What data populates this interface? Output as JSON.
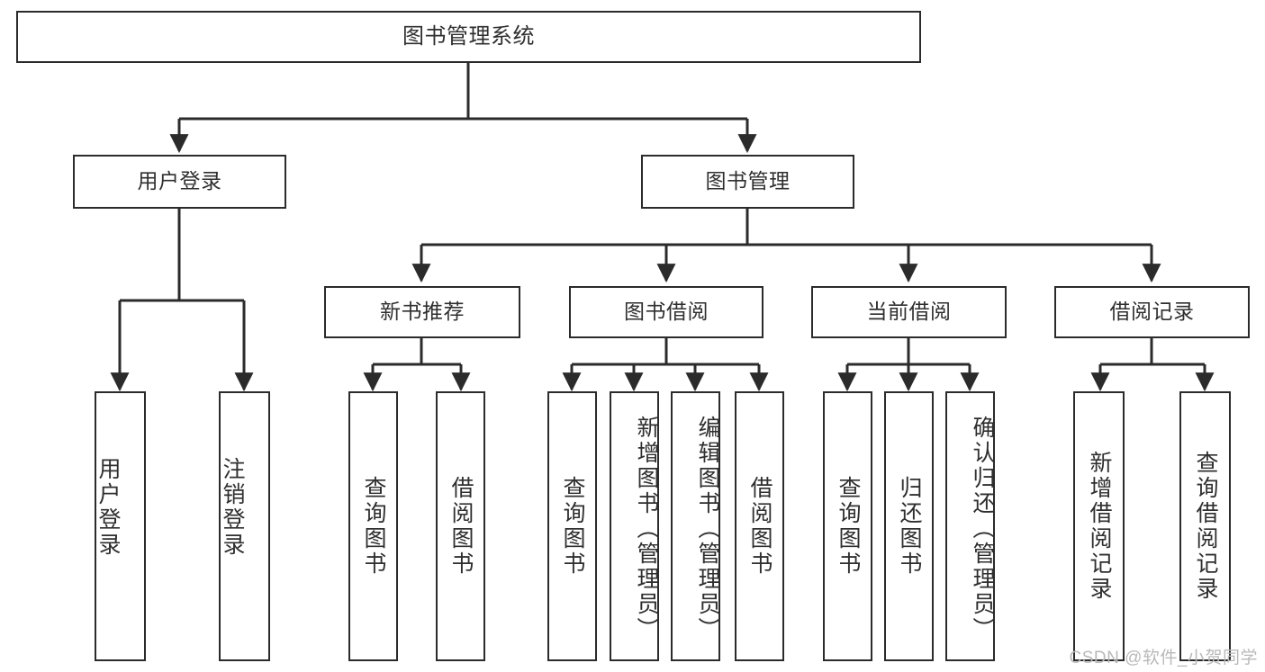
{
  "diagram": {
    "title": "图书管理系统",
    "type": "tree",
    "watermark": "CSDN @软件_小贺同学",
    "colors": {
      "box_border": "#2b2b2b",
      "box_fill": "#ffffff",
      "text": "#2f2f2f",
      "edge": "#2b2b2b",
      "watermark": "#b9b9b9",
      "background": "#ffffff"
    },
    "levels": {
      "level1": [
        {
          "id": "root",
          "label": "图书管理系统"
        }
      ],
      "level2": [
        {
          "id": "user-login",
          "label": "用户登录",
          "parent": "root"
        },
        {
          "id": "book-manage",
          "label": "图书管理",
          "parent": "root"
        }
      ],
      "level3": [
        {
          "id": "new-book-rec",
          "label": "新书推荐",
          "parent": "book-manage"
        },
        {
          "id": "book-borrow",
          "label": "图书借阅",
          "parent": "book-manage"
        },
        {
          "id": "current-borrow",
          "label": "当前借阅",
          "parent": "book-manage"
        },
        {
          "id": "borrow-record",
          "label": "借阅记录",
          "parent": "book-manage"
        }
      ],
      "leaves": [
        {
          "id": "leaf-user-login",
          "label": "用户登录",
          "parent": "user-login"
        },
        {
          "id": "leaf-logout",
          "label": "注销登录",
          "parent": "user-login"
        },
        {
          "id": "leaf-query-book-1",
          "label": "查询图书",
          "parent": "new-book-rec"
        },
        {
          "id": "leaf-borrow-book-1",
          "label": "借阅图书",
          "parent": "new-book-rec"
        },
        {
          "id": "leaf-query-book-2",
          "label": "查询图书",
          "parent": "book-borrow"
        },
        {
          "id": "leaf-add-book",
          "label": "新增图书（管理员）",
          "parent": "book-borrow"
        },
        {
          "id": "leaf-edit-book",
          "label": "编辑图书（管理员）",
          "parent": "book-borrow"
        },
        {
          "id": "leaf-borrow-book-2",
          "label": "借阅图书",
          "parent": "book-borrow"
        },
        {
          "id": "leaf-query-book-3",
          "label": "查询图书",
          "parent": "current-borrow"
        },
        {
          "id": "leaf-return-book",
          "label": "归还图书",
          "parent": "current-borrow"
        },
        {
          "id": "leaf-confirm-return",
          "label": "确认归还（管理员）",
          "parent": "current-borrow"
        },
        {
          "id": "leaf-add-record",
          "label": "新增借阅记录",
          "parent": "borrow-record"
        },
        {
          "id": "leaf-query-record",
          "label": "查询借阅记录",
          "parent": "borrow-record"
        }
      ]
    }
  }
}
